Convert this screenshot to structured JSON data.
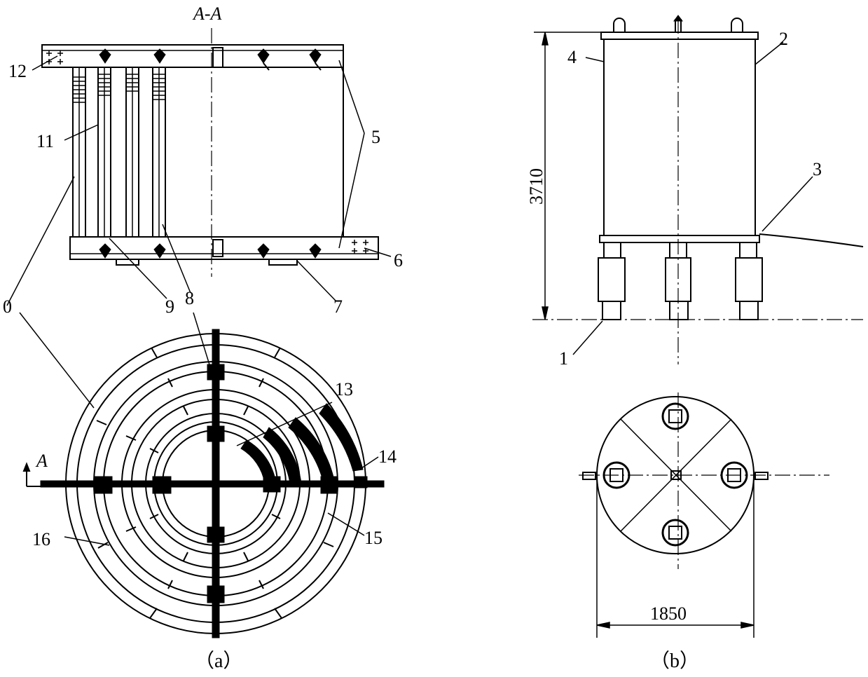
{
  "figure_a": {
    "section_title": "A-A",
    "caption": "（a）",
    "view_arrow_label": "A",
    "callouts": [
      "0",
      "5",
      "6",
      "7",
      "8",
      "9",
      "11",
      "12",
      "8",
      "13",
      "14",
      "15",
      "16"
    ]
  },
  "figure_b": {
    "caption": "（b）",
    "callouts": [
      "1",
      "2",
      "3",
      "4"
    ],
    "dim_height": "3710",
    "dim_width": "1850"
  }
}
